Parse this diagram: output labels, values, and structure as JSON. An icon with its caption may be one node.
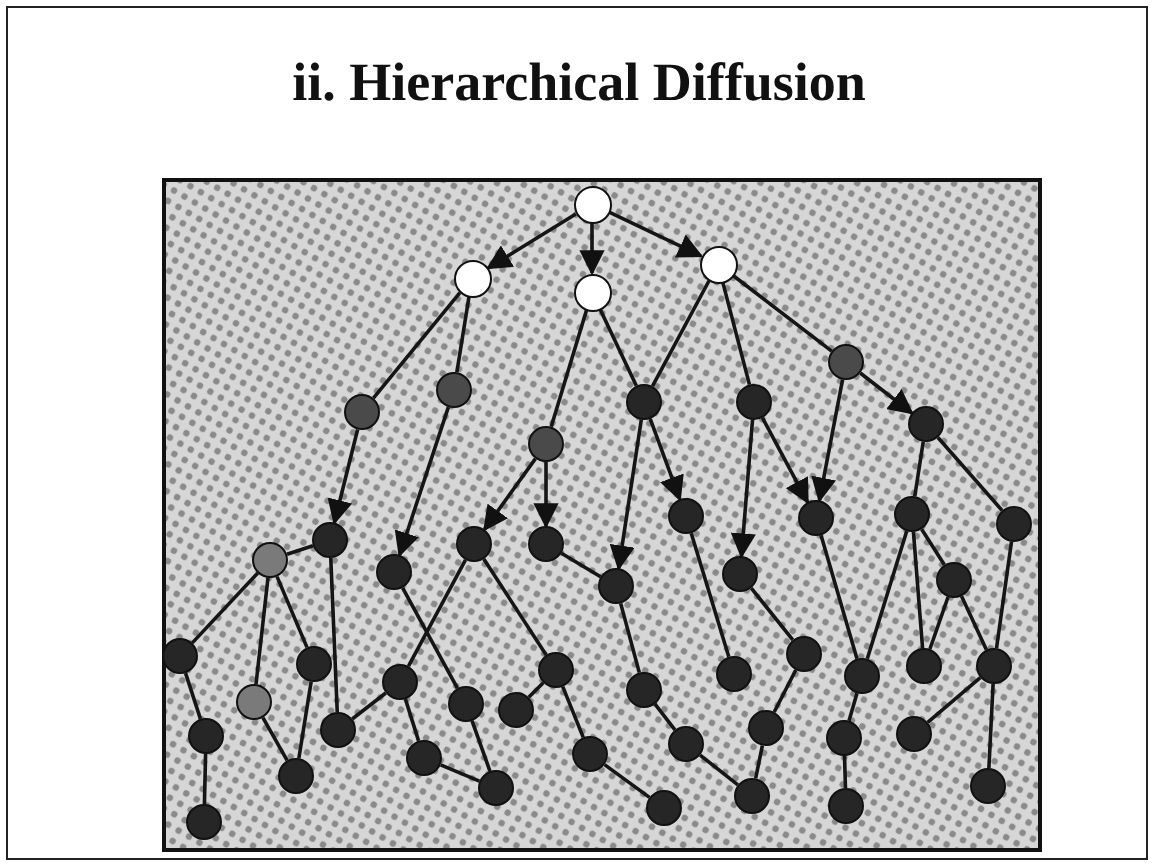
{
  "diagram": {
    "title": "ii. Hierarchical Diffusion",
    "nodes": [
      {
        "text": [],
        "shape": "circle"
      },
      {
        "text": [],
        "shape": "circle"
      },
      {
        "text": [],
        "shape": "circle"
      },
      {
        "text": [],
        "shape": "circle"
      },
      {
        "text": [],
        "shape": "circle"
      },
      {
        "text": [],
        "shape": "circle"
      },
      {
        "text": [],
        "shape": "circle"
      },
      {
        "text": [],
        "shape": "circle"
      },
      {
        "text": [],
        "shape": "circle"
      },
      {
        "text": [],
        "shape": "circle"
      },
      {
        "text": [],
        "shape": "circle"
      },
      {
        "text": [],
        "shape": "circle"
      },
      {
        "text": [],
        "shape": "circle"
      },
      {
        "text": [],
        "shape": "circle"
      },
      {
        "text": [],
        "shape": "circle"
      },
      {
        "text": [],
        "shape": "circle"
      },
      {
        "text": [],
        "shape": "circle"
      },
      {
        "text": [],
        "shape": "circle"
      },
      {
        "text": [],
        "shape": "circle"
      },
      {
        "text": [],
        "shape": "circle"
      },
      {
        "text": [],
        "shape": "circle"
      },
      {
        "text": [],
        "shape": "circle"
      },
      {
        "text": [],
        "shape": "circle"
      },
      {
        "text": [],
        "shape": "circle"
      },
      {
        "text": [],
        "shape": "circle"
      },
      {
        "text": [],
        "shape": "circle"
      },
      {
        "text": [],
        "shape": "circle"
      },
      {
        "text": [],
        "shape": "circle"
      },
      {
        "text": [],
        "shape": "circle"
      },
      {
        "text": [],
        "shape": "circle"
      },
      {
        "text": [],
        "shape": "circle"
      },
      {
        "text": [],
        "shape": "circle"
      },
      {
        "text": [],
        "shape": "circle"
      },
      {
        "text": [],
        "shape": "circle"
      },
      {
        "text": [],
        "shape": "circle"
      },
      {
        "text": [],
        "shape": "circle"
      },
      {
        "text": [],
        "shape": "circle"
      },
      {
        "text": [],
        "shape": "circle"
      },
      {
        "text": [],
        "shape": "circle"
      },
      {
        "text": [],
        "shape": "circle"
      },
      {
        "text": [],
        "shape": "circle"
      },
      {
        "text": [],
        "shape": "circle"
      },
      {
        "text": [],
        "shape": "circle"
      },
      {
        "text": [],
        "shape": "circle"
      },
      {
        "text": [],
        "shape": "circle"
      },
      {
        "text": [],
        "shape": "circle"
      },
      {
        "text": [],
        "shape": "circle"
      },
      {
        "text": [],
        "shape": "circle"
      },
      {
        "text": [],
        "shape": "circle"
      },
      {
        "text": [],
        "shape": "circle"
      },
      {
        "text": [],
        "shape": "circle"
      }
    ],
    "edges": [
      {
        "from": 0,
        "to": 1,
        "arrow": "to"
      },
      {
        "from": 0,
        "to": 2,
        "arrow": "to"
      },
      {
        "from": 0,
        "to": 3,
        "arrow": "to"
      },
      {
        "from": 1,
        "to": 4,
        "arrow": "none"
      },
      {
        "from": 1,
        "to": 5,
        "arrow": "none"
      },
      {
        "from": 2,
        "to": 6,
        "arrow": "none"
      },
      {
        "from": 2,
        "to": 7,
        "arrow": "none"
      },
      {
        "from": 3,
        "to": 7,
        "arrow": "none"
      },
      {
        "from": 3,
        "to": 8,
        "arrow": "none"
      },
      {
        "from": 3,
        "to": 9,
        "arrow": "none"
      },
      {
        "from": 9,
        "to": 10,
        "arrow": "to"
      },
      {
        "from": 4,
        "to": 11,
        "arrow": "to"
      },
      {
        "from": 5,
        "to": 13,
        "arrow": "to"
      },
      {
        "from": 6,
        "to": 14,
        "arrow": "to"
      },
      {
        "from": 6,
        "to": 15,
        "arrow": "to"
      },
      {
        "from": 7,
        "to": 20,
        "arrow": "to"
      },
      {
        "from": 7,
        "to": 16,
        "arrow": "to"
      },
      {
        "from": 8,
        "to": 21,
        "arrow": "to"
      },
      {
        "from": 8,
        "to": 17,
        "arrow": "to"
      },
      {
        "from": 9,
        "to": 17,
        "arrow": "to"
      },
      {
        "from": 10,
        "to": 18,
        "arrow": "none"
      },
      {
        "from": 10,
        "to": 19,
        "arrow": "none"
      },
      {
        "from": 11,
        "to": 12,
        "arrow": "none"
      },
      {
        "from": 12,
        "to": 23,
        "arrow": "none"
      },
      {
        "from": 12,
        "to": 24,
        "arrow": "none"
      },
      {
        "from": 12,
        "to": 25,
        "arrow": "none"
      },
      {
        "from": 11,
        "to": 37,
        "arrow": "none"
      },
      {
        "from": 23,
        "to": 36,
        "arrow": "none"
      },
      {
        "from": 36,
        "to": 46,
        "arrow": "none"
      },
      {
        "from": 24,
        "to": 39,
        "arrow": "none"
      },
      {
        "from": 25,
        "to": 39,
        "arrow": "none"
      },
      {
        "from": 13,
        "to": 27,
        "arrow": "none"
      },
      {
        "from": 27,
        "to": 40,
        "arrow": "none"
      },
      {
        "from": 14,
        "to": 26,
        "arrow": "none"
      },
      {
        "from": 26,
        "to": 37,
        "arrow": "none"
      },
      {
        "from": 26,
        "to": 38,
        "arrow": "none"
      },
      {
        "from": 38,
        "to": 40,
        "arrow": "none"
      },
      {
        "from": 15,
        "to": 20,
        "arrow": "none"
      },
      {
        "from": 20,
        "to": 30,
        "arrow": "none"
      },
      {
        "from": 30,
        "to": 42,
        "arrow": "none"
      },
      {
        "from": 42,
        "to": 48,
        "arrow": "none"
      },
      {
        "from": 14,
        "to": 29,
        "arrow": "none"
      },
      {
        "from": 29,
        "to": 28,
        "arrow": "none"
      },
      {
        "from": 29,
        "to": 41,
        "arrow": "none"
      },
      {
        "from": 41,
        "to": 47,
        "arrow": "none"
      },
      {
        "from": 16,
        "to": 31,
        "arrow": "none"
      },
      {
        "from": 21,
        "to": 32,
        "arrow": "none"
      },
      {
        "from": 32,
        "to": 43,
        "arrow": "none"
      },
      {
        "from": 43,
        "to": 48,
        "arrow": "none"
      },
      {
        "from": 17,
        "to": 33,
        "arrow": "none"
      },
      {
        "from": 33,
        "to": 44,
        "arrow": "none"
      },
      {
        "from": 44,
        "to": 49,
        "arrow": "none"
      },
      {
        "from": 18,
        "to": 33,
        "arrow": "none"
      },
      {
        "from": 18,
        "to": 34,
        "arrow": "none"
      },
      {
        "from": 18,
        "to": 22,
        "arrow": "none"
      },
      {
        "from": 22,
        "to": 34,
        "arrow": "none"
      },
      {
        "from": 22,
        "to": 35,
        "arrow": "none"
      },
      {
        "from": 19,
        "to": 35,
        "arrow": "none"
      },
      {
        "from": 35,
        "to": 45,
        "arrow": "none"
      },
      {
        "from": 35,
        "to": 50,
        "arrow": "none"
      }
    ]
  }
}
